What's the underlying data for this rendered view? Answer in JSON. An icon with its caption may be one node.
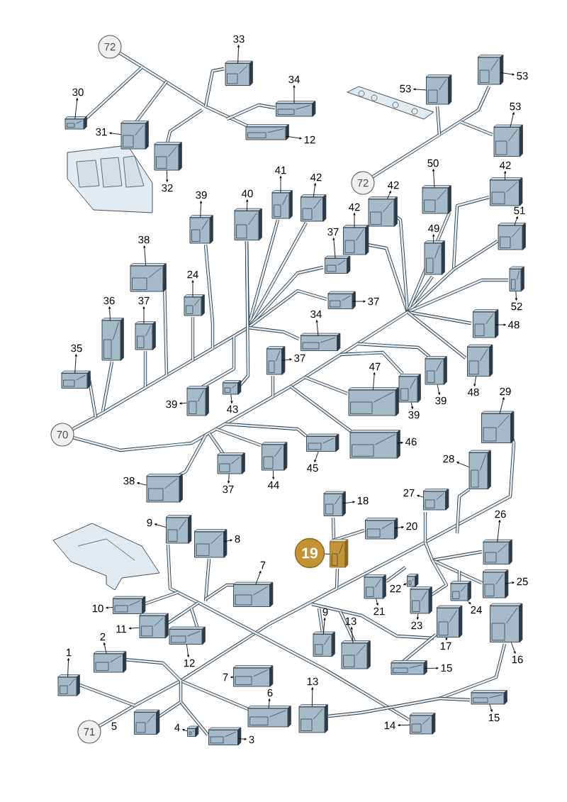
{
  "diagram": {
    "nodes": [
      {
        "text": [
          "72"
        ]
      },
      {
        "text": [
          "72"
        ]
      },
      {
        "text": [
          "70"
        ]
      },
      {
        "text": [
          "71"
        ]
      },
      {
        "text": [],
        "shape": "picture"
      },
      {
        "text": [
          "33"
        ]
      },
      {
        "text": [],
        "shape": "picture"
      },
      {
        "text": [
          "34"
        ]
      },
      {
        "text": [],
        "shape": "picture"
      },
      {
        "text": [
          "12"
        ]
      },
      {
        "text": [],
        "shape": "picture"
      },
      {
        "text": [
          "30"
        ]
      },
      {
        "text": [],
        "shape": "picture"
      },
      {
        "text": [
          "31"
        ]
      },
      {
        "text": [],
        "shape": "picture"
      },
      {
        "text": [
          "32"
        ]
      },
      {
        "text": [],
        "shape": "picture"
      },
      {
        "text": [
          "53"
        ]
      },
      {
        "text": [],
        "shape": "picture"
      },
      {
        "text": [
          "53"
        ]
      },
      {
        "text": [],
        "shape": "picture"
      },
      {
        "text": [
          "53"
        ]
      },
      {
        "text": [],
        "shape": "picture"
      },
      {
        "text": [
          "42"
        ]
      },
      {
        "text": [],
        "shape": "picture"
      },
      {
        "text": [
          "51"
        ]
      },
      {
        "text": [],
        "shape": "picture"
      },
      {
        "text": [
          "52"
        ]
      },
      {
        "text": [],
        "shape": "picture"
      },
      {
        "text": [
          "50"
        ]
      },
      {
        "text": [],
        "shape": "picture"
      },
      {
        "text": [
          "42"
        ]
      },
      {
        "text": [],
        "shape": "picture"
      },
      {
        "text": [
          "42"
        ]
      },
      {
        "text": [],
        "shape": "picture"
      },
      {
        "text": [
          "49"
        ]
      },
      {
        "text": [],
        "shape": "picture"
      },
      {
        "text": [
          "37"
        ]
      },
      {
        "text": [],
        "shape": "picture"
      },
      {
        "text": [
          "37"
        ]
      },
      {
        "text": [],
        "shape": "picture"
      },
      {
        "text": [
          "48"
        ]
      },
      {
        "text": [],
        "shape": "picture"
      },
      {
        "text": [
          "48"
        ]
      },
      {
        "text": [],
        "shape": "picture"
      },
      {
        "text": [
          "41"
        ]
      },
      {
        "text": [],
        "shape": "picture"
      },
      {
        "text": [
          "42"
        ]
      },
      {
        "text": [],
        "shape": "picture"
      },
      {
        "text": [
          "39"
        ]
      },
      {
        "text": [],
        "shape": "picture"
      },
      {
        "text": [
          "40"
        ]
      },
      {
        "text": [],
        "shape": "picture"
      },
      {
        "text": [
          "38"
        ]
      },
      {
        "text": [],
        "shape": "picture"
      },
      {
        "text": [
          "24"
        ]
      },
      {
        "text": [],
        "shape": "picture"
      },
      {
        "text": [
          "36"
        ]
      },
      {
        "text": [],
        "shape": "picture"
      },
      {
        "text": [
          "37"
        ]
      },
      {
        "text": [],
        "shape": "picture"
      },
      {
        "text": [
          "35"
        ]
      },
      {
        "text": [],
        "shape": "picture"
      },
      {
        "text": [
          "34"
        ]
      },
      {
        "text": [],
        "shape": "picture"
      },
      {
        "text": [
          "37"
        ]
      },
      {
        "text": [],
        "shape": "picture"
      },
      {
        "text": [
          "39"
        ]
      },
      {
        "text": [],
        "shape": "picture"
      },
      {
        "text": [
          "43"
        ]
      },
      {
        "text": [],
        "shape": "picture"
      },
      {
        "text": [
          "47"
        ]
      },
      {
        "text": [],
        "shape": "picture"
      },
      {
        "text": [
          "39"
        ]
      },
      {
        "text": [],
        "shape": "picture"
      },
      {
        "text": [
          "39"
        ]
      },
      {
        "text": [],
        "shape": "picture"
      },
      {
        "text": [
          "46"
        ]
      },
      {
        "text": [],
        "shape": "picture"
      },
      {
        "text": [
          "45"
        ]
      },
      {
        "text": [],
        "shape": "picture"
      },
      {
        "text": [
          "44"
        ]
      },
      {
        "text": [],
        "shape": "picture"
      },
      {
        "text": [
          "37"
        ]
      },
      {
        "text": [],
        "shape": "picture"
      },
      {
        "text": [
          "38"
        ]
      },
      {
        "text": [],
        "shape": "picture"
      },
      {
        "text": [
          "29"
        ]
      },
      {
        "text": [],
        "shape": "picture"
      },
      {
        "text": [
          "28"
        ]
      },
      {
        "text": [],
        "shape": "picture"
      },
      {
        "text": [
          "27"
        ]
      },
      {
        "text": [],
        "shape": "picture"
      },
      {
        "text": [
          "18"
        ]
      },
      {
        "text": [],
        "shape": "picture"
      },
      {
        "text": [
          "20"
        ]
      },
      {
        "text": [],
        "shape": "picture"
      },
      {
        "text": [
          "19"
        ]
      },
      {
        "text": [],
        "shape": "picture"
      },
      {
        "text": [
          "9"
        ]
      },
      {
        "text": [],
        "shape": "picture"
      },
      {
        "text": [
          "8"
        ]
      },
      {
        "text": [],
        "shape": "picture"
      },
      {
        "text": [
          "7"
        ]
      },
      {
        "text": [],
        "shape": "picture"
      },
      {
        "text": [
          "26"
        ]
      },
      {
        "text": [],
        "shape": "picture"
      },
      {
        "text": [
          "25"
        ]
      },
      {
        "text": [],
        "shape": "picture"
      },
      {
        "text": [
          "22"
        ]
      },
      {
        "text": [],
        "shape": "picture"
      },
      {
        "text": [
          "21"
        ]
      },
      {
        "text": [],
        "shape": "picture"
      },
      {
        "text": [
          "24"
        ]
      },
      {
        "text": [],
        "shape": "picture"
      },
      {
        "text": [
          "23"
        ]
      },
      {
        "text": [],
        "shape": "picture"
      },
      {
        "text": [
          "10"
        ]
      },
      {
        "text": [],
        "shape": "picture"
      },
      {
        "text": [
          "11"
        ]
      },
      {
        "text": [],
        "shape": "picture"
      },
      {
        "text": [
          "12"
        ]
      },
      {
        "text": [],
        "shape": "picture"
      },
      {
        "text": [
          "9"
        ]
      },
      {
        "text": [],
        "shape": "picture"
      },
      {
        "text": [
          "13"
        ]
      },
      {
        "text": [],
        "shape": "picture"
      },
      {
        "text": [
          "17"
        ]
      },
      {
        "text": [],
        "shape": "picture"
      },
      {
        "text": [
          "16"
        ]
      },
      {
        "text": [],
        "shape": "picture"
      },
      {
        "text": [
          "15"
        ]
      },
      {
        "text": [],
        "shape": "picture"
      },
      {
        "text": [
          "2"
        ]
      },
      {
        "text": [],
        "shape": "picture"
      },
      {
        "text": [
          "1"
        ]
      },
      {
        "text": [],
        "shape": "picture"
      },
      {
        "text": [
          "7"
        ]
      },
      {
        "text": [],
        "shape": "picture"
      },
      {
        "text": [
          "6"
        ]
      },
      {
        "text": [],
        "shape": "picture"
      },
      {
        "text": [
          "13"
        ]
      },
      {
        "text": [],
        "shape": "picture"
      },
      {
        "text": [
          "15"
        ]
      },
      {
        "text": [],
        "shape": "picture"
      },
      {
        "text": [
          "4"
        ]
      },
      {
        "text": [],
        "shape": "picture"
      },
      {
        "text": [
          "3"
        ]
      },
      {
        "text": [],
        "shape": "picture"
      },
      {
        "text": [
          "14"
        ]
      },
      {
        "text": [],
        "shape": "picture"
      }
    ],
    "edges": [
      {
        "from": 4,
        "to": 5,
        "arrow": "to"
      },
      {
        "from": 6,
        "to": 7,
        "arrow": "to"
      },
      {
        "from": 8,
        "to": 9,
        "arrow": "to"
      },
      {
        "from": 10,
        "to": 11,
        "arrow": "to"
      },
      {
        "from": 12,
        "to": 13,
        "arrow": "to"
      },
      {
        "from": 14,
        "to": 15,
        "arrow": "to"
      },
      {
        "from": 16,
        "to": 17,
        "arrow": "to"
      },
      {
        "from": 18,
        "to": 19,
        "arrow": "to"
      },
      {
        "from": 20,
        "to": 21,
        "arrow": "to"
      },
      {
        "from": 22,
        "to": 23,
        "arrow": "to"
      },
      {
        "from": 24,
        "to": 25,
        "arrow": "to"
      },
      {
        "from": 26,
        "to": 27,
        "arrow": "to"
      },
      {
        "from": 28,
        "to": 29,
        "arrow": "to"
      },
      {
        "from": 30,
        "to": 31,
        "arrow": "to"
      },
      {
        "from": 32,
        "to": 33,
        "arrow": "to"
      },
      {
        "from": 34,
        "to": 35,
        "arrow": "to"
      },
      {
        "from": 36,
        "to": 37,
        "arrow": "to"
      },
      {
        "from": 38,
        "to": 39,
        "arrow": "to"
      },
      {
        "from": 40,
        "to": 41,
        "arrow": "to"
      },
      {
        "from": 42,
        "to": 43,
        "arrow": "to"
      },
      {
        "from": 44,
        "to": 45,
        "arrow": "to"
      },
      {
        "from": 46,
        "to": 47,
        "arrow": "to"
      },
      {
        "from": 48,
        "to": 49,
        "arrow": "to"
      },
      {
        "from": 50,
        "to": 51,
        "arrow": "to"
      },
      {
        "from": 52,
        "to": 53,
        "arrow": "to"
      },
      {
        "from": 54,
        "to": 55,
        "arrow": "to"
      },
      {
        "from": 56,
        "to": 57,
        "arrow": "to"
      },
      {
        "from": 58,
        "to": 59,
        "arrow": "to"
      },
      {
        "from": 60,
        "to": 61,
        "arrow": "to"
      },
      {
        "from": 62,
        "to": 63,
        "arrow": "to"
      },
      {
        "from": 64,
        "to": 65,
        "arrow": "to"
      },
      {
        "from": 66,
        "to": 67,
        "arrow": "to"
      },
      {
        "from": 68,
        "to": 69,
        "arrow": "to"
      },
      {
        "from": 70,
        "to": 71,
        "arrow": "to"
      },
      {
        "from": 72,
        "to": 73,
        "arrow": "to"
      },
      {
        "from": 74,
        "to": 75,
        "arrow": "to"
      },
      {
        "from": 76,
        "to": 77,
        "arrow": "to"
      },
      {
        "from": 78,
        "to": 79,
        "arrow": "to"
      },
      {
        "from": 80,
        "to": 81,
        "arrow": "to"
      },
      {
        "from": 82,
        "to": 83,
        "arrow": "to"
      },
      {
        "from": 84,
        "to": 85,
        "arrow": "to"
      },
      {
        "from": 86,
        "to": 87,
        "arrow": "to"
      },
      {
        "from": 88,
        "to": 89,
        "arrow": "to"
      },
      {
        "from": 90,
        "to": 91,
        "arrow": "to"
      },
      {
        "from": 92,
        "to": 93,
        "arrow": "to"
      },
      {
        "from": 94,
        "to": 95,
        "arrow": "to"
      },
      {
        "from": 96,
        "to": 97,
        "arrow": "none"
      },
      {
        "from": 98,
        "to": 99,
        "arrow": "to"
      },
      {
        "from": 100,
        "to": 101,
        "arrow": "to"
      },
      {
        "from": 102,
        "to": 103,
        "arrow": "to"
      },
      {
        "from": 104,
        "to": 105,
        "arrow": "to"
      },
      {
        "from": 106,
        "to": 107,
        "arrow": "to"
      },
      {
        "from": 108,
        "to": 109,
        "arrow": "to"
      },
      {
        "from": 110,
        "to": 111,
        "arrow": "to"
      },
      {
        "from": 112,
        "to": 113,
        "arrow": "to"
      },
      {
        "from": 114,
        "to": 115,
        "arrow": "to"
      },
      {
        "from": 116,
        "to": 117,
        "arrow": "to"
      },
      {
        "from": 118,
        "to": 119,
        "arrow": "to"
      },
      {
        "from": 120,
        "to": 121,
        "arrow": "to"
      },
      {
        "from": 122,
        "to": 123,
        "arrow": "to"
      },
      {
        "from": 124,
        "to": 125,
        "arrow": "to"
      },
      {
        "from": 126,
        "to": 127,
        "arrow": "to"
      },
      {
        "from": 128,
        "to": 129,
        "arrow": "to"
      },
      {
        "from": 130,
        "to": 131,
        "arrow": "to"
      },
      {
        "from": 132,
        "to": 133,
        "arrow": "to"
      },
      {
        "from": 134,
        "to": 135,
        "arrow": "to"
      },
      {
        "from": 136,
        "to": 137,
        "arrow": "to"
      },
      {
        "from": 138,
        "to": 139,
        "arrow": "to"
      },
      {
        "from": 140,
        "to": 141,
        "arrow": "to"
      },
      {
        "from": 142,
        "to": 143,
        "arrow": "to"
      },
      {
        "from": 144,
        "to": 145,
        "arrow": "to"
      },
      {
        "from": 146,
        "to": 147,
        "arrow": "to"
      },
      {
        "from": 148,
        "to": 149,
        "arrow": "to"
      }
    ],
    "labels": [
      "5"
    ]
  }
}
